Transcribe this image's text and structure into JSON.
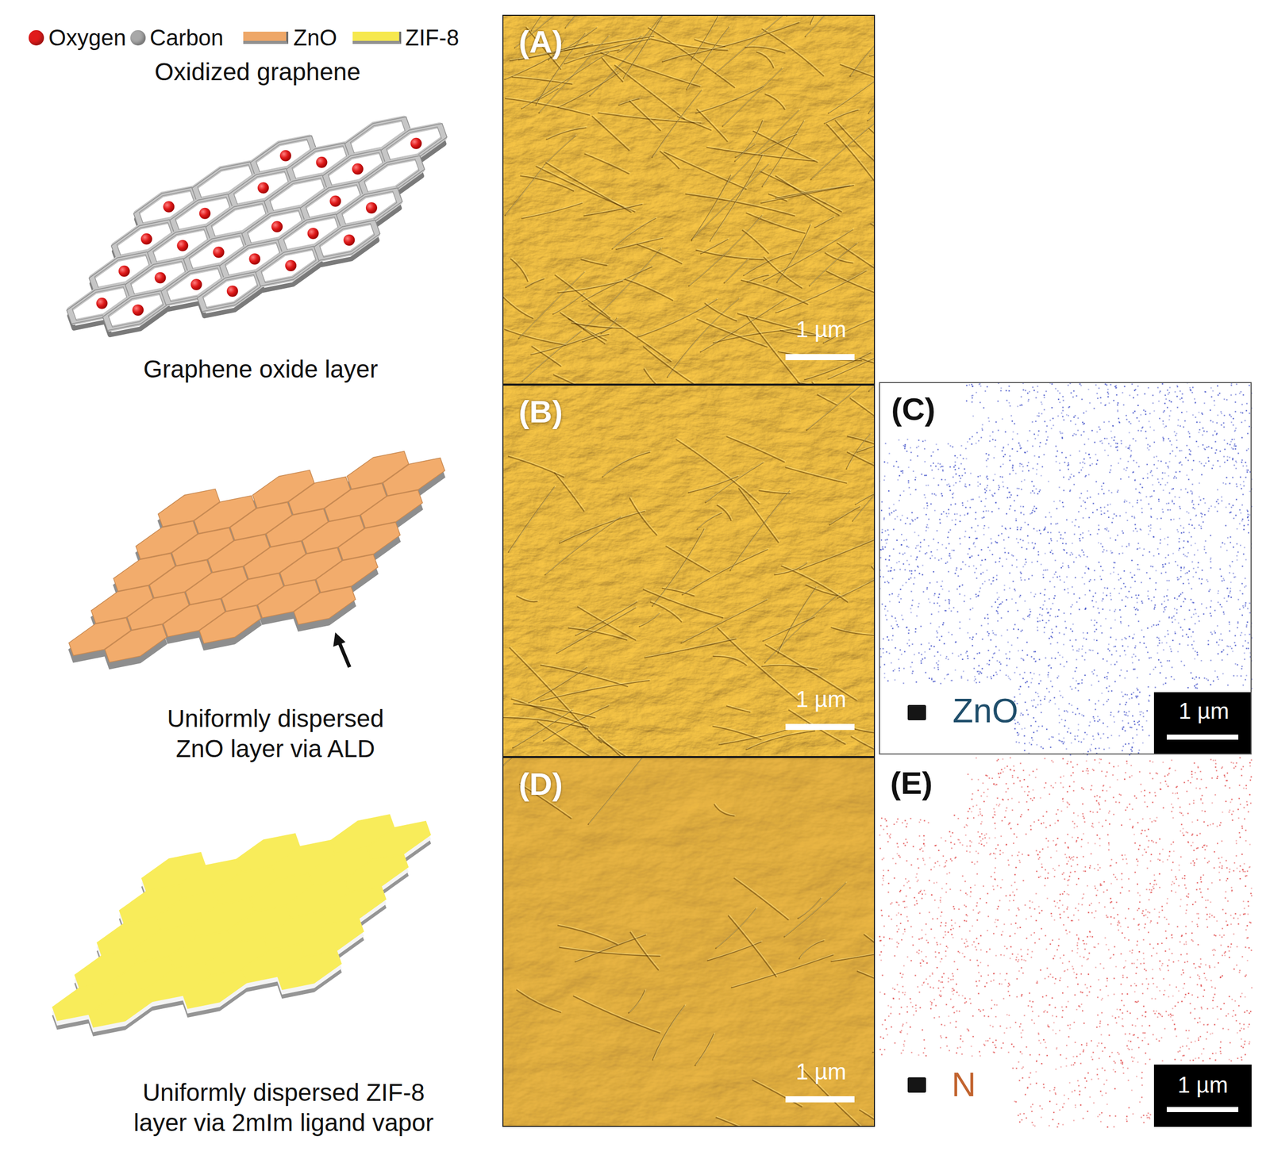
{
  "diagram": {
    "nodes": [
      {
        "text": [
          "(A)",
          "1 µm"
        ]
      },
      {
        "text": [
          "(B)",
          "1 µm"
        ]
      },
      {
        "text": [
          "(C)",
          "ZnO",
          "1 µm"
        ]
      },
      {
        "text": [
          "(D)",
          "1 µm"
        ]
      },
      {
        "text": [
          "(E)",
          "N",
          "1 µm"
        ]
      }
    ],
    "labels": [
      "Oxidized graphene",
      "Graphene oxide layer",
      "Uniformly dispersed ZnO layer via ALD",
      "Uniformly dispersed ZIF-8 layer via 2mIm ligand vapor"
    ],
    "legend": [
      {
        "text": "Oxygen",
        "color": "#e01b1b"
      },
      {
        "text": "Carbon",
        "color": "#a8a8a8"
      },
      {
        "text": "ZnO",
        "color": "#eea768"
      },
      {
        "text": "ZIF-8",
        "color": "#f6e84e"
      }
    ]
  }
}
